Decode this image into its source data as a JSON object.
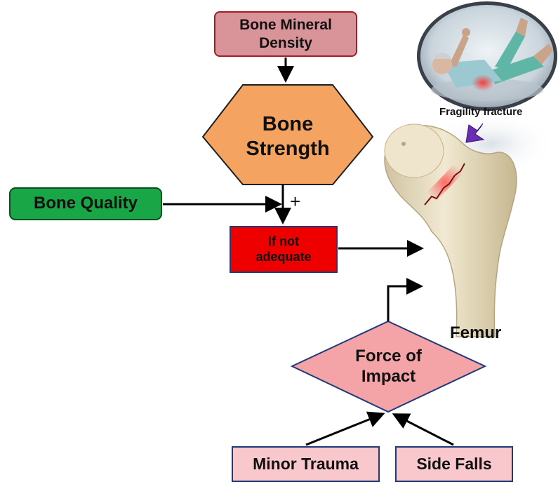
{
  "nodes": {
    "bmd": "Bone Mineral Density",
    "strength": "Bone Strength",
    "quality": "Bone Quality",
    "plus": "+",
    "inadequate": "If not adequate",
    "force": "Force of Impact",
    "minor_trauma": "Minor Trauma",
    "side_falls": "Side Falls"
  },
  "illustration": {
    "fragility_label": "Fragility fracture",
    "femur_label": "Femur"
  },
  "colors": {
    "bmd_fill": "#d9949a",
    "bmd_border": "#a01e24",
    "strength_fill": "#f4a460",
    "quality_fill": "#18a646",
    "inadequate_fill": "#ee0000",
    "force_fill": "#f4a3a6",
    "cause_fill": "#f8c8cc",
    "cause_border": "#1f3a7a",
    "arrow": "#000000",
    "fracture_glow": "#ff4040",
    "purple_arrow": "#6a2fb0"
  }
}
